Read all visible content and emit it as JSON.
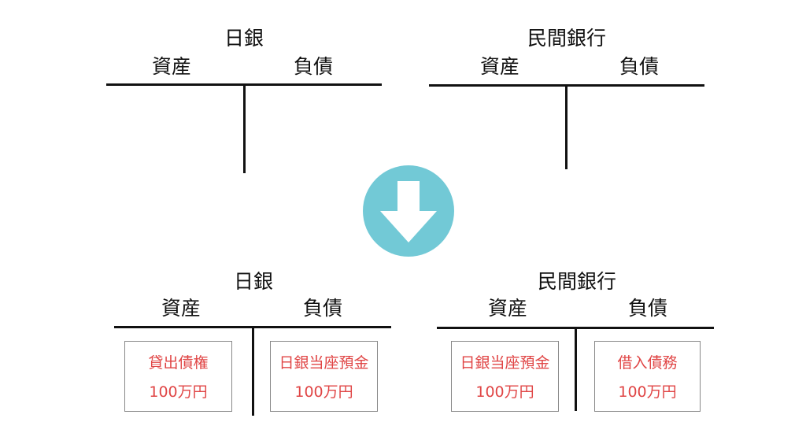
{
  "top": {
    "boj": {
      "title": "日銀",
      "assets": "資産",
      "liabilities": "負債"
    },
    "bank": {
      "title": "民間銀行",
      "assets": "資産",
      "liabilities": "負債"
    }
  },
  "arrow": {
    "icon": "down-arrow-icon",
    "color": "#72c9d6"
  },
  "bottom": {
    "boj": {
      "title": "日銀",
      "assets": "資産",
      "liabilities": "負債",
      "asset_entry": {
        "label": "貸出債権",
        "amount": "100万円"
      },
      "liability_entry": {
        "label": "日銀当座預金",
        "amount": "100万円"
      }
    },
    "bank": {
      "title": "民間銀行",
      "assets": "資産",
      "liabilities": "負債",
      "asset_entry": {
        "label": "日銀当座預金",
        "amount": "100万円"
      },
      "liability_entry": {
        "label": "借入債務",
        "amount": "100万円"
      }
    }
  }
}
